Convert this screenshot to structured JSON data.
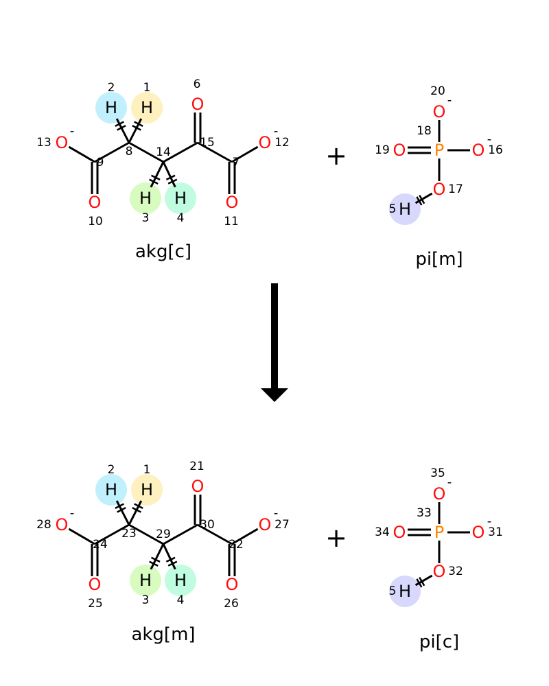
{
  "colors": {
    "oxygen": "#ff0d0d",
    "phosphorus": "#ff8000",
    "bond": "#000000"
  },
  "highlight_colors": {
    "H1": "#fff0c0",
    "H2": "#c0f0fc",
    "H3": "#d8fcc0",
    "H4": "#c0fce0",
    "H5": "#d8d8fc"
  },
  "plus_sign": "+",
  "molecules": [
    {
      "name": "akg[c]",
      "template": "akg",
      "atoms": [
        {
          "element": "",
          "index": "8"
        },
        {
          "element": "",
          "index": "14"
        },
        {
          "element": "",
          "index": "15"
        },
        {
          "element": "",
          "index": "9"
        },
        {
          "element": "",
          "index": "7"
        },
        {
          "element": "O",
          "index": "13",
          "charge": "-"
        },
        {
          "element": "O",
          "index": "10"
        },
        {
          "element": "O",
          "index": "6"
        },
        {
          "element": "O",
          "index": "11"
        },
        {
          "element": "O",
          "index": "12",
          "charge": "-"
        },
        {
          "element": "H",
          "index": "2"
        },
        {
          "element": "H",
          "index": "1"
        },
        {
          "element": "H",
          "index": "3"
        },
        {
          "element": "H",
          "index": "4"
        }
      ]
    },
    {
      "name": "pi[m]",
      "template": "pi",
      "atoms": [
        {
          "element": "P",
          "index": "18"
        },
        {
          "element": "O",
          "index": "20",
          "charge": "-"
        },
        {
          "element": "O",
          "index": "19"
        },
        {
          "element": "O",
          "index": "16",
          "charge": "-"
        },
        {
          "element": "O",
          "index": "17"
        },
        {
          "element": "H",
          "index": "5"
        }
      ]
    },
    {
      "name": "akg[m]",
      "template": "akg",
      "atoms": [
        {
          "element": "",
          "index": "23"
        },
        {
          "element": "",
          "index": "29"
        },
        {
          "element": "",
          "index": "30"
        },
        {
          "element": "",
          "index": "24"
        },
        {
          "element": "",
          "index": "22"
        },
        {
          "element": "O",
          "index": "28",
          "charge": "-"
        },
        {
          "element": "O",
          "index": "25"
        },
        {
          "element": "O",
          "index": "21"
        },
        {
          "element": "O",
          "index": "26"
        },
        {
          "element": "O",
          "index": "27",
          "charge": "-"
        },
        {
          "element": "H",
          "index": "2"
        },
        {
          "element": "H",
          "index": "1"
        },
        {
          "element": "H",
          "index": "3"
        },
        {
          "element": "H",
          "index": "4"
        }
      ]
    },
    {
      "name": "pi[c]",
      "template": "pi",
      "atoms": [
        {
          "element": "P",
          "index": "33"
        },
        {
          "element": "O",
          "index": "35",
          "charge": "-"
        },
        {
          "element": "O",
          "index": "34"
        },
        {
          "element": "O",
          "index": "31",
          "charge": "-"
        },
        {
          "element": "O",
          "index": "32"
        },
        {
          "element": "H",
          "index": "5"
        }
      ]
    }
  ]
}
